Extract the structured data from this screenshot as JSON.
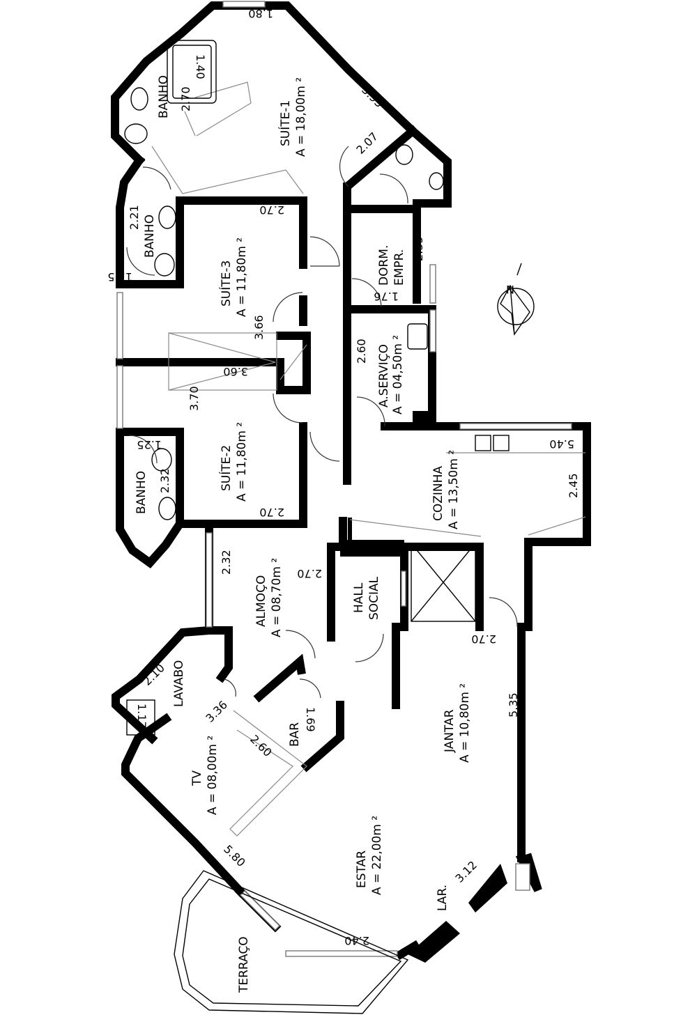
{
  "rooms": {
    "suite1": {
      "name": "SUÍTE-1",
      "area": "A = 18,00m ²"
    },
    "suite2": {
      "name": "SUÍTE-2",
      "area": "A = 11,80m ²"
    },
    "suite3": {
      "name": "SUÍTE-3",
      "area": "A = 11,80m ²"
    },
    "banho1": {
      "name": "BANHO"
    },
    "banho2": {
      "name": "BANHO"
    },
    "banho3": {
      "name": "BANHO"
    },
    "dorm": {
      "name": "DORM.",
      "name2": "EMPR."
    },
    "servico": {
      "name": "A.SERVIÇO",
      "area": "A = 04,50m ²"
    },
    "cozinha": {
      "name": "COZINHA",
      "area": "A = 13,50m ²"
    },
    "hall": {
      "name": "HALL",
      "name2": "SOCIAL"
    },
    "almoco": {
      "name": "ALMOÇO",
      "area": "A = 08,70m ²"
    },
    "jantar": {
      "name": "JANTAR",
      "area": "A = 10,80m ²"
    },
    "lavabo": {
      "name": "LAVABO"
    },
    "bar": {
      "name": "BAR"
    },
    "tv": {
      "name": "TV",
      "area": "A = 08,00m ²"
    },
    "estar": {
      "name": "ESTAR",
      "area": "A = 22,00m ²"
    },
    "lar": {
      "name": "LAR."
    },
    "terraco": {
      "name": "TERRAÇO"
    }
  },
  "dims": {
    "d_180": "1.80",
    "d_140": "1.40",
    "d_270_banho": "2.70",
    "d_393": "3.93",
    "d_207": "2.07",
    "d_221": "2.21",
    "d_125_a": "1.25",
    "d_270_s3": "2.70",
    "d_235": "2.35",
    "d_176": "1.76",
    "d_366": "3.66",
    "d_260_serv": "2.60",
    "d_360": "3.60",
    "d_370": "3.70",
    "d_125_b": "1.25",
    "d_232_banho": "2.32",
    "d_540": "5.40",
    "d_245": "2.45",
    "d_270_s2": "2.70",
    "d_232": "2.32",
    "d_270_alm": "2.70",
    "d_270_hall": "2.70",
    "d_535": "5.35",
    "d_210": "2.10",
    "d_117": "1.17",
    "d_336": "3.36",
    "d_169": "1.69",
    "d_260_tv": "2.60",
    "d_580": "5.80",
    "d_312": "3.12",
    "d_240": "2.40"
  },
  "north_label": "N"
}
